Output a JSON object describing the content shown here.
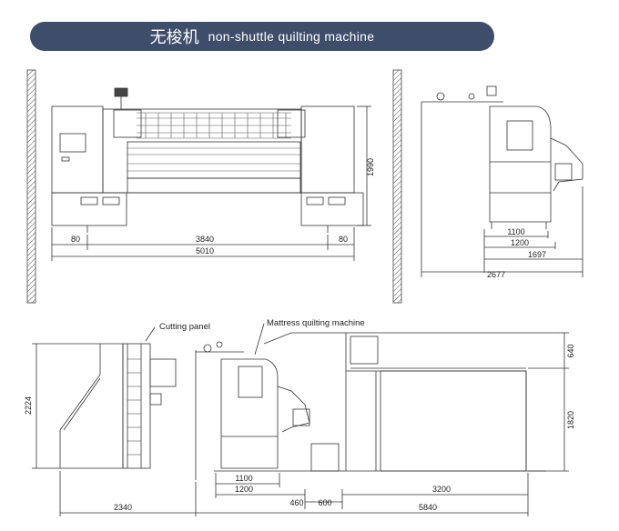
{
  "header": {
    "title_cn": "无梭机",
    "title_en": "non-shuttle quilting machine",
    "color": "#3d4d6a"
  },
  "front_view": {
    "height": "1990",
    "left_gap": "80",
    "inner_width": "3840",
    "right_gap": "80",
    "total_width": "5010"
  },
  "side_view": {
    "d1": "1100",
    "d2": "1200",
    "d3": "1697",
    "d4": "2677"
  },
  "layout_view": {
    "cutting_panel_label": "Cutting panel",
    "machine_label": "Mattress quilting machine",
    "height_left": "2224",
    "top_right": "640",
    "right_height": "1820",
    "d_2340": "2340",
    "d_1100": "1100",
    "d_1200": "1200",
    "d_460": "460",
    "d_600": "600",
    "d_3200": "3200",
    "d_5840": "5840"
  }
}
